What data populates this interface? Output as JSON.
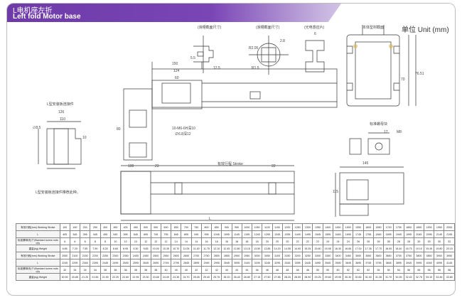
{
  "header": {
    "title_cn": "L电机座左折",
    "title_en": "Left fold Motor base",
    "unit": "单位 Unit (mm)"
  },
  "drawing_labels": {
    "lower_slot": "(滑槽截面尺寸)",
    "upper_slot": "(滑槽截面尺寸)",
    "profile": "本体型材截面",
    "sensor": "(光电感应片)",
    "mount_bracket": "L型安装板连接件",
    "mount_note": "L型安装板连接件推荐此种。",
    "block": "标准螺母块",
    "stroke": "有效行程 Stroke",
    "screw_hole": "10-M6-6H深10",
    "pin": "∅6.8深12",
    "L": "L"
  },
  "dimensions": {
    "d126": "126",
    "d110": "110",
    "d8_5": "∅8.5",
    "d10": "10",
    "d150": "150",
    "d124": "124",
    "d60": "60",
    "d80": "80",
    "d100": "100",
    "d23": "23",
    "d22": "22",
    "d145": "145",
    "d115": "115",
    "d17": "17",
    "d70": "70",
    "d76": "76.51",
    "dM8": "M8",
    "d5_5": "5.5",
    "d12_5": "12.5",
    "d2_8": "2.8",
    "dR2": "R2.05",
    "dR1": "R1.5",
    "d6": "6"
  },
  "table": {
    "rows": [
      {
        "header": "有效行程(mm) Working  Stroke",
        "cells": [
          "100",
          "150",
          "200",
          "250",
          "300",
          "350",
          "400",
          "450",
          "500",
          "550",
          "600",
          "650",
          "700",
          "750",
          "800",
          "850",
          "900",
          "950",
          "1000",
          "1050",
          "1100",
          "1150",
          "1200",
          "1250",
          "1300",
          "1350",
          "1400",
          "1450",
          "1500",
          "1550",
          "1600",
          "1650",
          "1700",
          "1750",
          "1800",
          "1850",
          "1900",
          "1950",
          "2000"
        ]
      },
      {
        "header": "L",
        "cells": [
          "405",
          "345",
          "395",
          "445",
          "495",
          "545",
          "595",
          "645",
          "695",
          "745",
          "795",
          "845",
          "895",
          "945",
          "995",
          "1045",
          "1095",
          "1145",
          "1195",
          "1245",
          "1295",
          "1345",
          "1395",
          "1445",
          "1495",
          "1545",
          "1595",
          "1645",
          "1695",
          "1745",
          "1795",
          "1845",
          "1895",
          "1945",
          "1995",
          "2045",
          "2095",
          "2145",
          "2195"
        ]
      },
      {
        "header": "标准螺母块(个)Standard screw nuts q'ty",
        "cells": [
          "6",
          "6",
          "8",
          "8",
          "8",
          "10",
          "10",
          "10",
          "12",
          "12",
          "12",
          "14",
          "14",
          "14",
          "16",
          "16",
          "16",
          "18",
          "18",
          "18",
          "20",
          "20",
          "20",
          "22",
          "22",
          "22",
          "24",
          "24",
          "24",
          "26",
          "26",
          "26",
          "28",
          "28",
          "28",
          "30",
          "30",
          "30",
          "32"
        ]
      },
      {
        "header": "重量(kg) Weight",
        "cells": [
          "6.85",
          "7.20",
          "7.55",
          "7.90",
          "8.25",
          "8.60",
          "8.95",
          "9.30",
          "9.65",
          "10.00",
          "10.35",
          "10.70",
          "11.05",
          "11.40",
          "11.75",
          "12.10",
          "12.45",
          "12.80",
          "13.15",
          "13.50",
          "13.85",
          "14.20",
          "14.55",
          "14.90",
          "15.25",
          "15.60",
          "15.95",
          "16.30",
          "16.65",
          "17.00",
          "17.35",
          "17.70",
          "18.05",
          "18.40",
          "18.75",
          "19.10",
          "19.45",
          "19.80",
          "20.15"
        ]
      },
      {
        "header": "有效行程(mm) Working  Stroke",
        "cells": [
          "2050",
          "2100",
          "2150",
          "2200",
          "2250",
          "2300",
          "2350",
          "2400",
          "2450",
          "2500",
          "2550",
          "2600",
          "2650",
          "2700",
          "2750",
          "2800",
          "2850",
          "2900",
          "2950",
          "3000",
          "3050",
          "3100",
          "3150",
          "3200",
          "3250",
          "3300",
          "3350",
          "3400",
          "3450",
          "3500",
          "3550",
          "3600",
          "3650",
          "3700",
          "3750",
          "3800",
          "3850",
          "3900",
          "3950"
        ]
      },
      {
        "header": "L",
        "cells": [
          "2245",
          "2295",
          "2345",
          "2395",
          "2445",
          "2495",
          "2545",
          "2595",
          "2645",
          "2695",
          "2745",
          "2795",
          "2845",
          "2895",
          "2945",
          "2995",
          "3045",
          "3095",
          "3145",
          "3195",
          "3245",
          "3295",
          "3345",
          "3395",
          "3445",
          "3495",
          "3545",
          "3595",
          "3645",
          "3695",
          "3745",
          "3795",
          "3845",
          "3895",
          "3945",
          "3995",
          "4045",
          "4095",
          "4145"
        ]
      },
      {
        "header": "标准螺母块(个)Standard screw nuts q'ty",
        "cells": [
          "32",
          "34",
          "34",
          "34",
          "36",
          "36",
          "36",
          "38",
          "38",
          "38",
          "40",
          "40",
          "40",
          "42",
          "42",
          "42",
          "44",
          "44",
          "44",
          "46",
          "46",
          "46",
          "48",
          "48",
          "48",
          "50",
          "50",
          "50",
          "52",
          "52",
          "52",
          "54",
          "54",
          "54",
          "56",
          "56",
          "56",
          "58",
          "58"
        ]
      },
      {
        "header": "重量(kg) Weight",
        "cells": [
          "20.50",
          "20.85",
          "21.20",
          "21.55",
          "21.90",
          "22.25",
          "22.60",
          "22.95",
          "23.30",
          "23.65",
          "24.00",
          "24.35",
          "24.70",
          "25.05",
          "25.40",
          "25.75",
          "26.10",
          "26.45",
          "26.80",
          "27.15",
          "27.50",
          "27.85",
          "28.20",
          "28.55",
          "28.90",
          "29.25",
          "29.60",
          "29.95",
          "30.30",
          "30.65",
          "31.00",
          "31.35",
          "31.70",
          "32.05",
          "32.40",
          "32.75",
          "33.10",
          "33.45",
          "33.80"
        ]
      }
    ]
  }
}
